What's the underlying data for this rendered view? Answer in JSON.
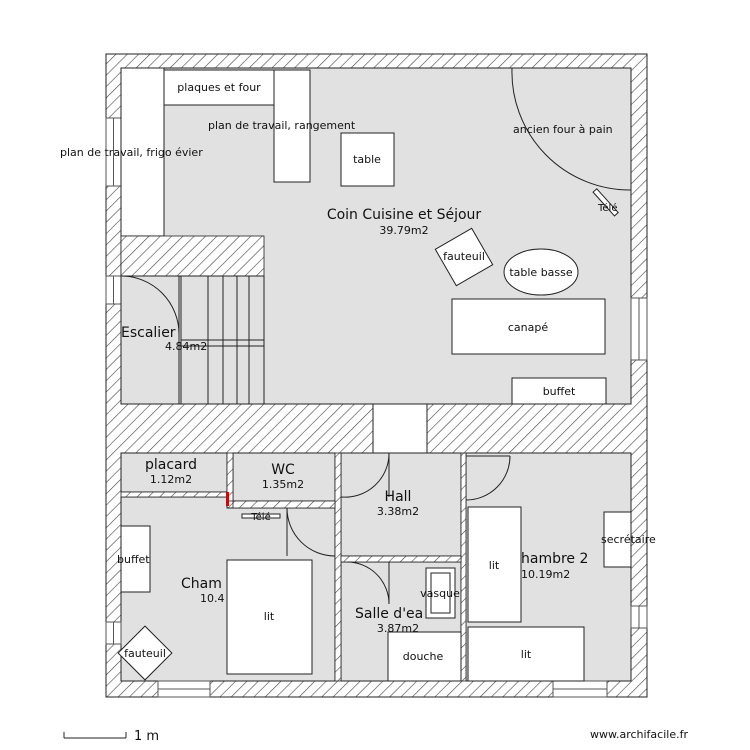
{
  "rooms": {
    "cuisine": {
      "name": "Coin Cuisine et Séjour",
      "area": "39.79m2"
    },
    "escalier": {
      "name": "Escalier",
      "area": "4.84m2"
    },
    "placard": {
      "name": "placard",
      "area": "1.12m2"
    },
    "wc": {
      "name": "WC",
      "area": "1.35m2"
    },
    "hall": {
      "name": "Hall",
      "area": "3.38m2"
    },
    "chambre1": {
      "name": "Cham",
      "area": "10.4"
    },
    "salle": {
      "name": "Salle d'ea",
      "area": "3.87m2"
    },
    "chambre2": {
      "name": "hambre 2",
      "area": "10.19m2"
    }
  },
  "furniture": {
    "plaques": "plaques et four",
    "plan_travail": "plan de travail, rangement",
    "plan_frigo": "plan de travail, frigo évier",
    "table": "table",
    "four_pain": "ancien four à pain",
    "tele1": "Télé",
    "fauteuil1": "fauteuil",
    "table_basse": "table basse",
    "canape": "canapé",
    "buffet1": "buffet",
    "tele2": "Télé",
    "buffet2": "buffet",
    "lit1": "lit",
    "fauteuil2": "fauteuil",
    "vasque": "vasque",
    "douche": "douche",
    "lit2": "lit",
    "lit3": "lit",
    "secretaire": "secrétaire"
  },
  "scale": {
    "label": "1 m"
  },
  "footer": {
    "website": "www.archifacile.fr"
  }
}
